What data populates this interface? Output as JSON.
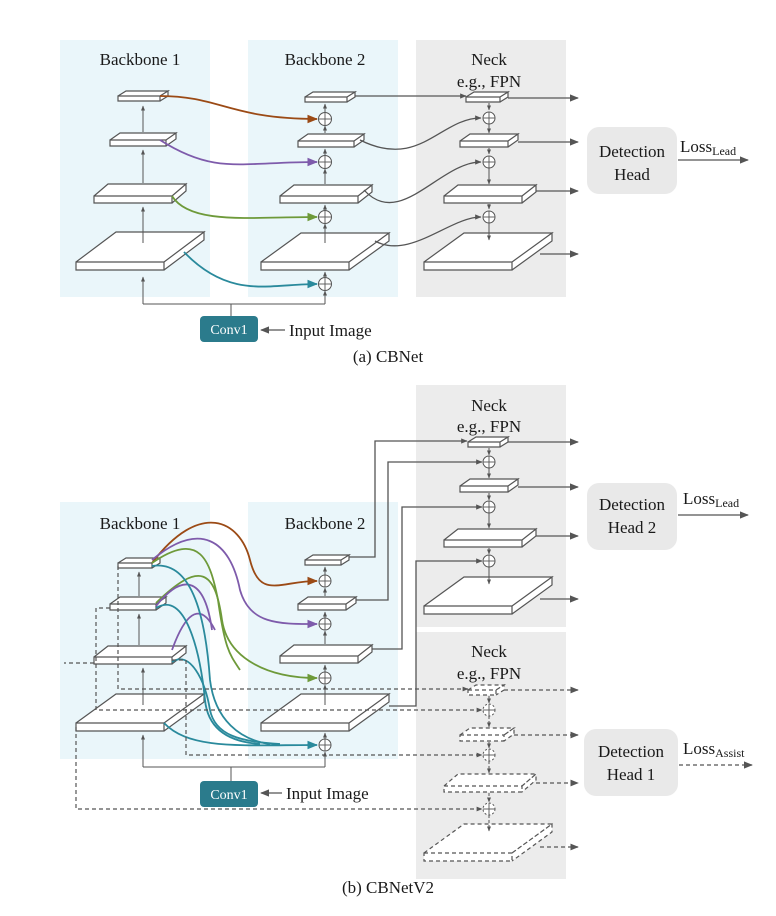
{
  "panel_a": {
    "backbone1_label": "Backbone 1",
    "backbone2_label": "Backbone 2",
    "neck_label_line1": "Neck",
    "neck_label_line2": "e.g., FPN",
    "detection_head_line1": "Detection",
    "detection_head_line2": "Head",
    "loss_text": "Loss",
    "loss_subscript": "Lead",
    "conv_label": "Conv1",
    "input_label": "Input Image",
    "caption": "(a) CBNet"
  },
  "panel_b": {
    "backbone1_label": "Backbone 1",
    "backbone2_label": "Backbone 2",
    "neck1_label_line1": "Neck",
    "neck1_label_line2": "e.g., FPN",
    "neck2_label_line1": "Neck",
    "neck2_label_line2": "e.g., FPN",
    "detection_head2_line1": "Detection",
    "detection_head2_line2": "Head 2",
    "detection_head1_line1": "Detection",
    "detection_head1_line2": "Head 1",
    "loss_lead_text": "Loss",
    "loss_lead_subscript": "Lead",
    "loss_assist_text": "Loss",
    "loss_assist_subscript": "Assist",
    "conv_label": "Conv1",
    "input_label": "Input Image",
    "caption": "(b) CBNetV2"
  },
  "colors": {
    "backbone_bg": "#eaf6fa",
    "neck_bg": "#ececec",
    "head_bg": "#e9e9e9",
    "conv_fill": "#2b7b8c",
    "line": "#555555",
    "composite_stage1": "#9b4a15",
    "composite_stage2": "#7e5bab",
    "composite_stage3": "#6e9a3a",
    "composite_stage4": "#2a8a9c"
  }
}
